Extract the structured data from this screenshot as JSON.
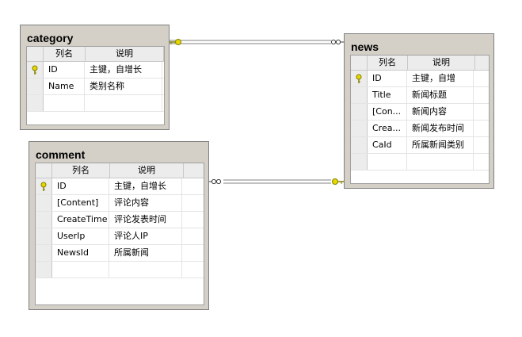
{
  "tables": {
    "category": {
      "title": "category",
      "headers": [
        "列名",
        "说明"
      ],
      "rows": [
        {
          "name": "ID",
          "desc": "主键，自增长",
          "key": true
        },
        {
          "name": "Name",
          "desc": "类别名称",
          "key": false
        }
      ]
    },
    "news": {
      "title": "news",
      "headers": [
        "列名",
        "说明"
      ],
      "rows": [
        {
          "name": "ID",
          "desc": "主键，自增",
          "key": true
        },
        {
          "name": "Title",
          "desc": "新闻标题",
          "key": false
        },
        {
          "name": "[Con...",
          "desc": "新闻内容",
          "key": false
        },
        {
          "name": "Crea...",
          "desc": "新闻发布时间",
          "key": false
        },
        {
          "name": "CaId",
          "desc": "所属新闻类别",
          "key": false
        }
      ]
    },
    "comment": {
      "title": "comment",
      "headers": [
        "列名",
        "说明"
      ],
      "rows": [
        {
          "name": "ID",
          "desc": "主键，自增长",
          "key": true
        },
        {
          "name": "[Content]",
          "desc": "评论内容",
          "key": false
        },
        {
          "name": "CreateTime",
          "desc": "评论发表时间",
          "key": false
        },
        {
          "name": "UserIp",
          "desc": "评论人IP",
          "key": false
        },
        {
          "name": "NewsId",
          "desc": "所属新闻",
          "key": false
        }
      ]
    }
  },
  "colors": {
    "key_icon": "#c8b400",
    "connector": "#808080",
    "panel": "#d4d0c8"
  }
}
